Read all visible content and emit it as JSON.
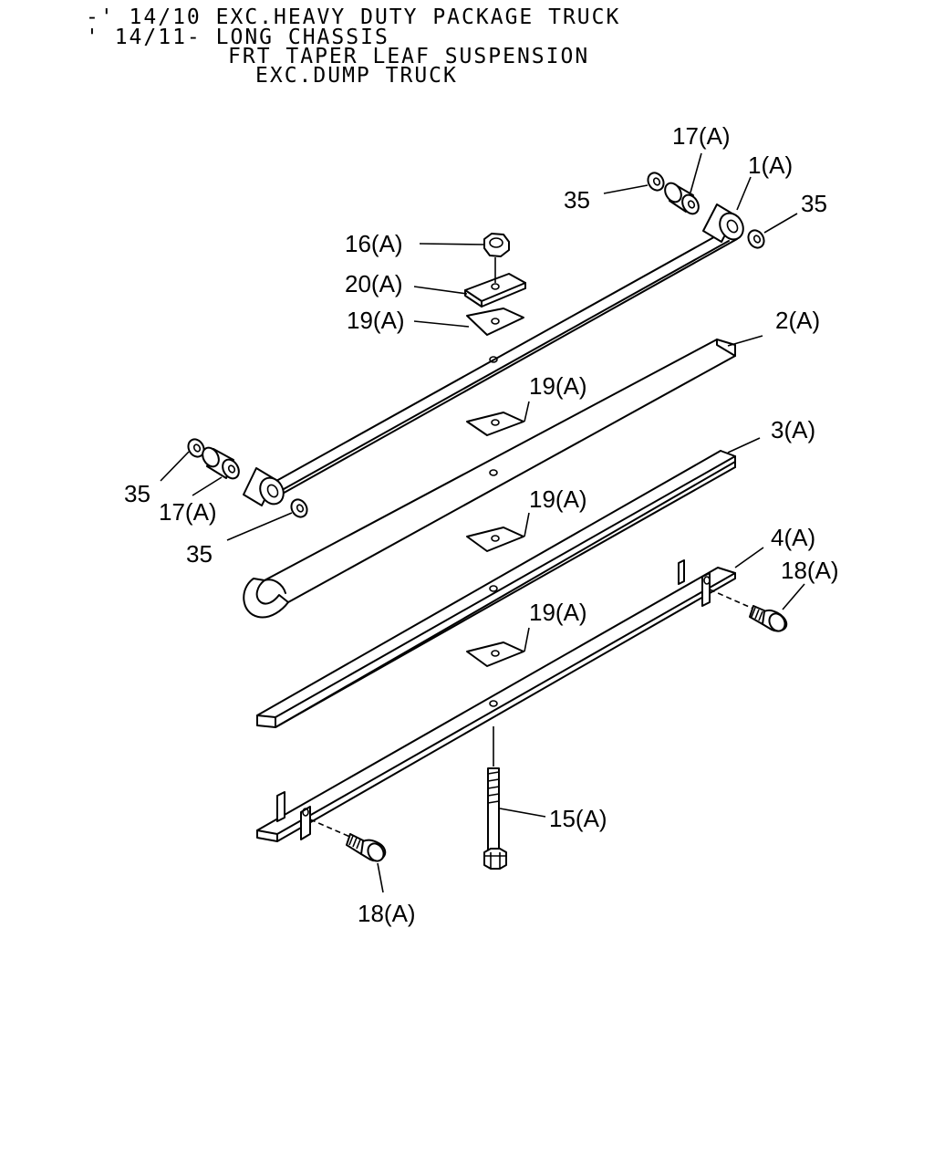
{
  "header": {
    "line1": "-' 14/10 EXC.HEAVY DUTY PACKAGE TRUCK",
    "line2": "' 14/11- LONG CHASSIS",
    "line3": "FRT TAPER LEAF SUSPENSION",
    "line4": "EXC.DUMP TRUCK"
  },
  "callouts": {
    "c17_top": "17(A)",
    "c1": "1(A)",
    "c35_top_left": "35",
    "c35_top_right": "35",
    "c16": "16(A)",
    "c20": "20(A)",
    "c19_top": "19(A)",
    "c2": "2(A)",
    "c19_b": "19(A)",
    "c3": "3(A)",
    "c35_left": "35",
    "c17_left": "17(A)",
    "c35_bottom_left": "35",
    "c19_c": "19(A)",
    "c4": "4(A)",
    "c18_right": "18(A)",
    "c19_d": "19(A)",
    "c15": "15(A)",
    "c18_bottom": "18(A)"
  }
}
